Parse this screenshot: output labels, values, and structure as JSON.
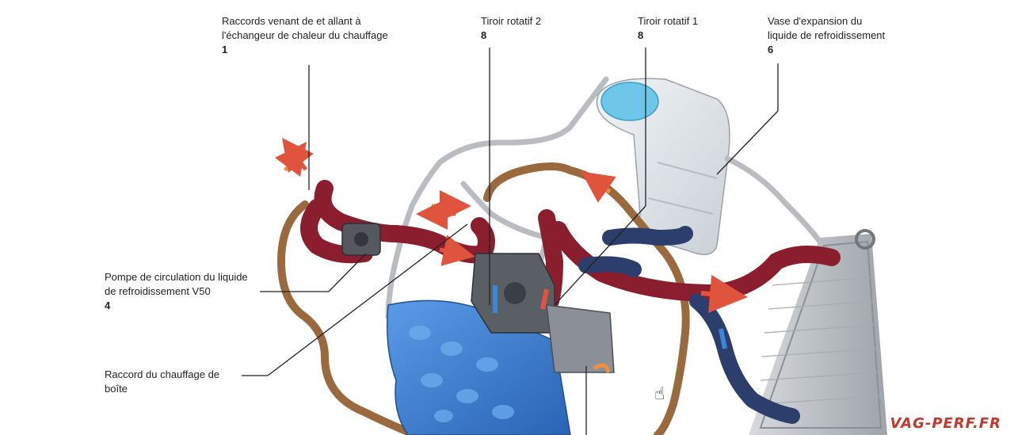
{
  "labels": {
    "raccords": {
      "lines": [
        "Raccords venant de et allant à",
        "l'échangeur de chaleur du chauffage"
      ],
      "number": "1"
    },
    "tiroir2": {
      "lines": [
        "Tiroir rotatif 2"
      ],
      "number": "8"
    },
    "tiroir1": {
      "lines": [
        "Tiroir rotatif 1"
      ],
      "number": "8"
    },
    "vase": {
      "lines": [
        "Vase d'expansion du",
        "liquide de refroidissement"
      ],
      "number": "6"
    },
    "pompe": {
      "lines": [
        "Pompe de circulation du liquide",
        "de refroidissement V50"
      ],
      "number": "4"
    },
    "raccord_boite": {
      "lines": [
        "Raccord du chauffage de",
        "boîte"
      ]
    }
  },
  "watermark": "VAG-PERF.FR",
  "colors": {
    "hot_hose": "#8b1e2e",
    "cold_hose": "#2c3e6b",
    "brown_pipe": "#9a6a3e",
    "engine_block": "#3a7fd5",
    "grey_pipe": "#b9bcc0",
    "tank": "#dde3e8",
    "tank_cap": "#6ec6e8",
    "arrow_red": "#e0533d",
    "arrow_orange": "#f0903a",
    "arrow_blue": "#3a86d9"
  }
}
